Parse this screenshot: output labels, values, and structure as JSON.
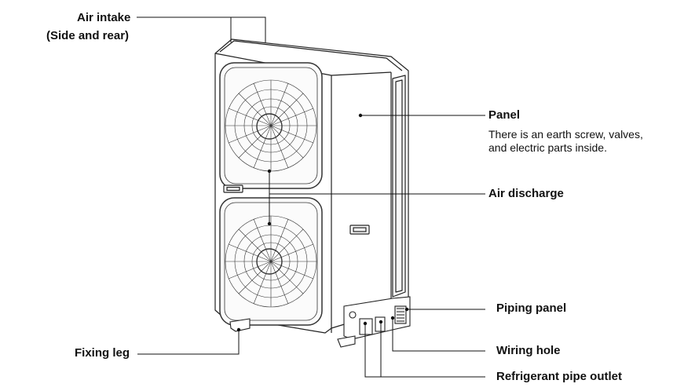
{
  "labels": {
    "air_intake": "Air intake",
    "air_intake_sub": "(Side and rear)",
    "panel": "Panel",
    "panel_desc_1": "There is an earth screw, valves,",
    "panel_desc_2": "and electric parts inside.",
    "air_discharge": "Air discharge",
    "piping_panel": "Piping panel",
    "fixing_leg": "Fixing leg",
    "wiring_hole": "Wiring hole",
    "refrigerant_pipe_outlet": "Refrigerant pipe outlet"
  }
}
